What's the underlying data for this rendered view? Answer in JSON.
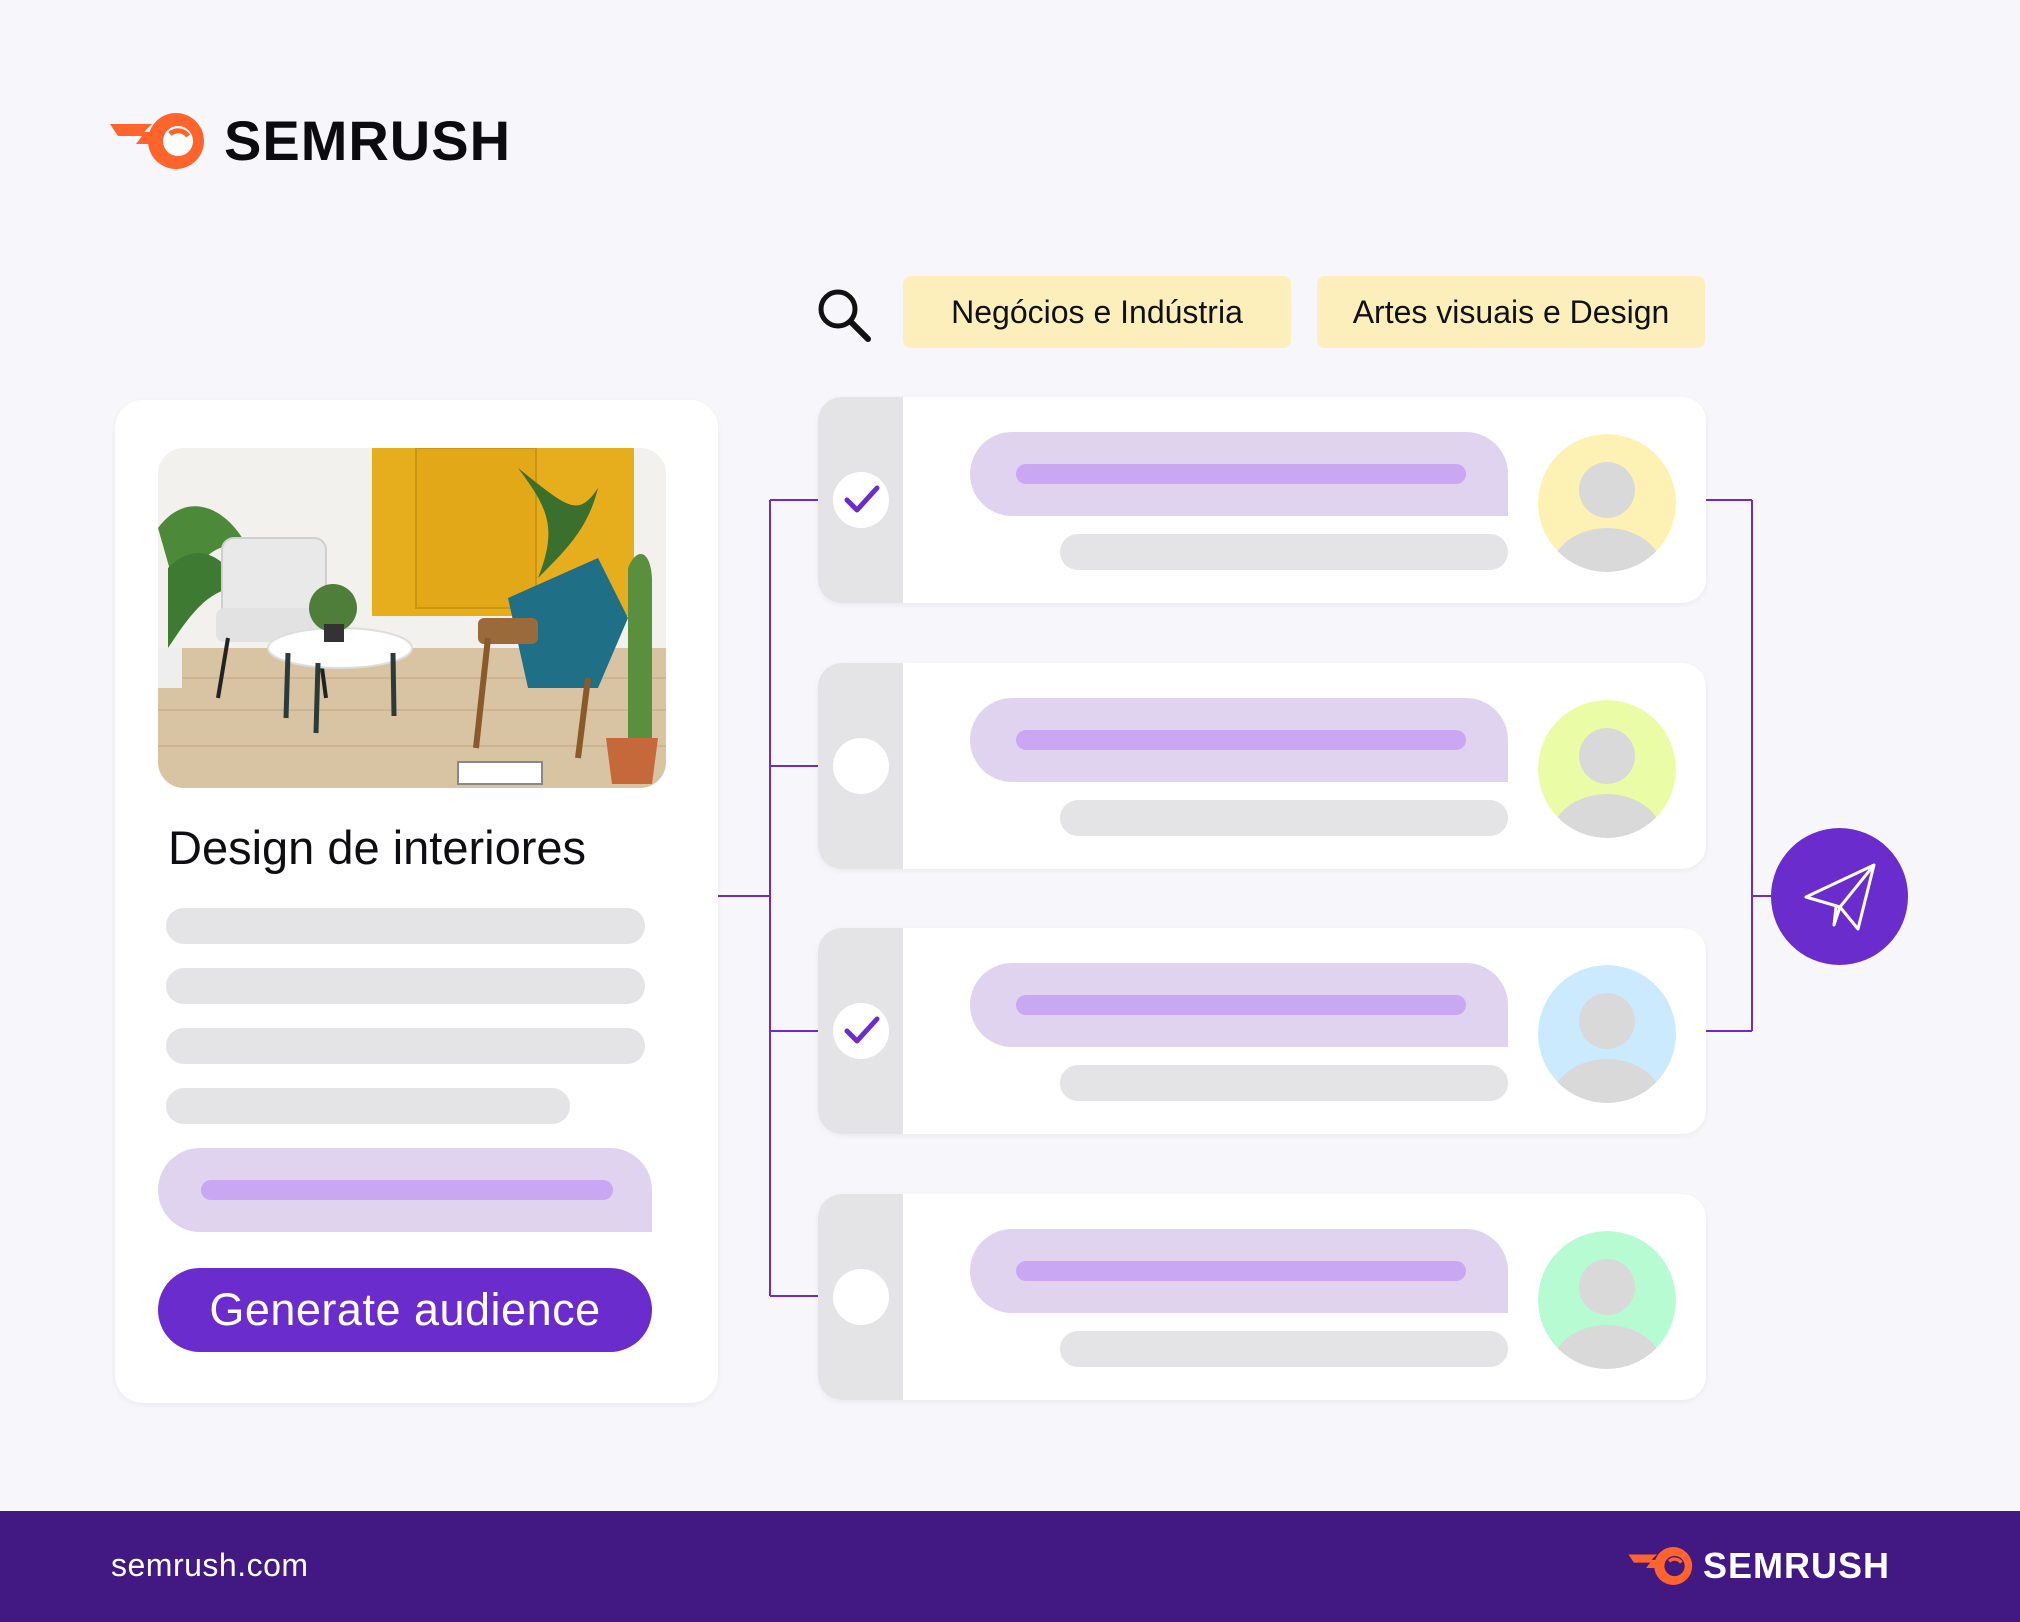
{
  "brand": {
    "name": "SEMRUSH",
    "colors": {
      "orange": "#ff642d",
      "purple": "#6a2ccd",
      "footer": "#421983",
      "tag": "#fdefbb"
    }
  },
  "search": {
    "icon": "search-icon"
  },
  "tags": [
    "Negócios e Indústria",
    "Artes visuais e Design"
  ],
  "card": {
    "image_alt": "interior-room-photo",
    "title": "Design de interiores",
    "button_label": "Generate audience"
  },
  "rows": [
    {
      "checked": true,
      "avatar_color": "#fdf2b3"
    },
    {
      "checked": false,
      "avatar_color": "#eafca6"
    },
    {
      "checked": true,
      "avatar_color": "#cceafd"
    },
    {
      "checked": false,
      "avatar_color": "#b6fbd2"
    }
  ],
  "send": {
    "icon": "paper-plane-icon"
  },
  "footer": {
    "url": "semrush.com",
    "brand": "SEMRUSH"
  }
}
